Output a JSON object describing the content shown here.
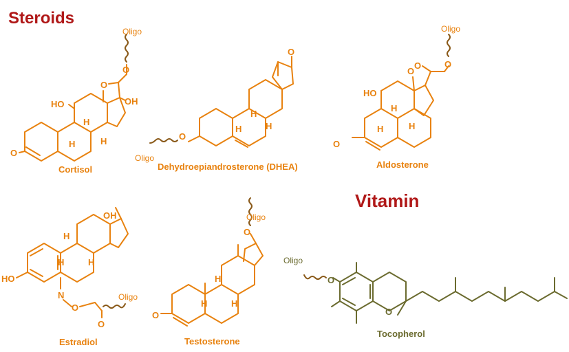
{
  "headings": {
    "steroids": "Steroids",
    "vitamin": "Vitamin"
  },
  "labels": {
    "oligo": "Oligo",
    "oh": "OH",
    "ho": "HO",
    "o": "O",
    "h": "H",
    "n": "N"
  },
  "molecules": {
    "cortisol": "Cortisol",
    "dhea": "Dehydroepiandrosterone (DHEA)",
    "aldosterone": "Aldosterone",
    "estradiol": "Estradiol",
    "testosterone": "Testosterone",
    "tocopherol": "Tocopherol"
  },
  "colors": {
    "heading": "#b01818",
    "steroid": "#e8820f",
    "vitamin": "#6b6b2f",
    "linker": "#8a5a1a"
  }
}
